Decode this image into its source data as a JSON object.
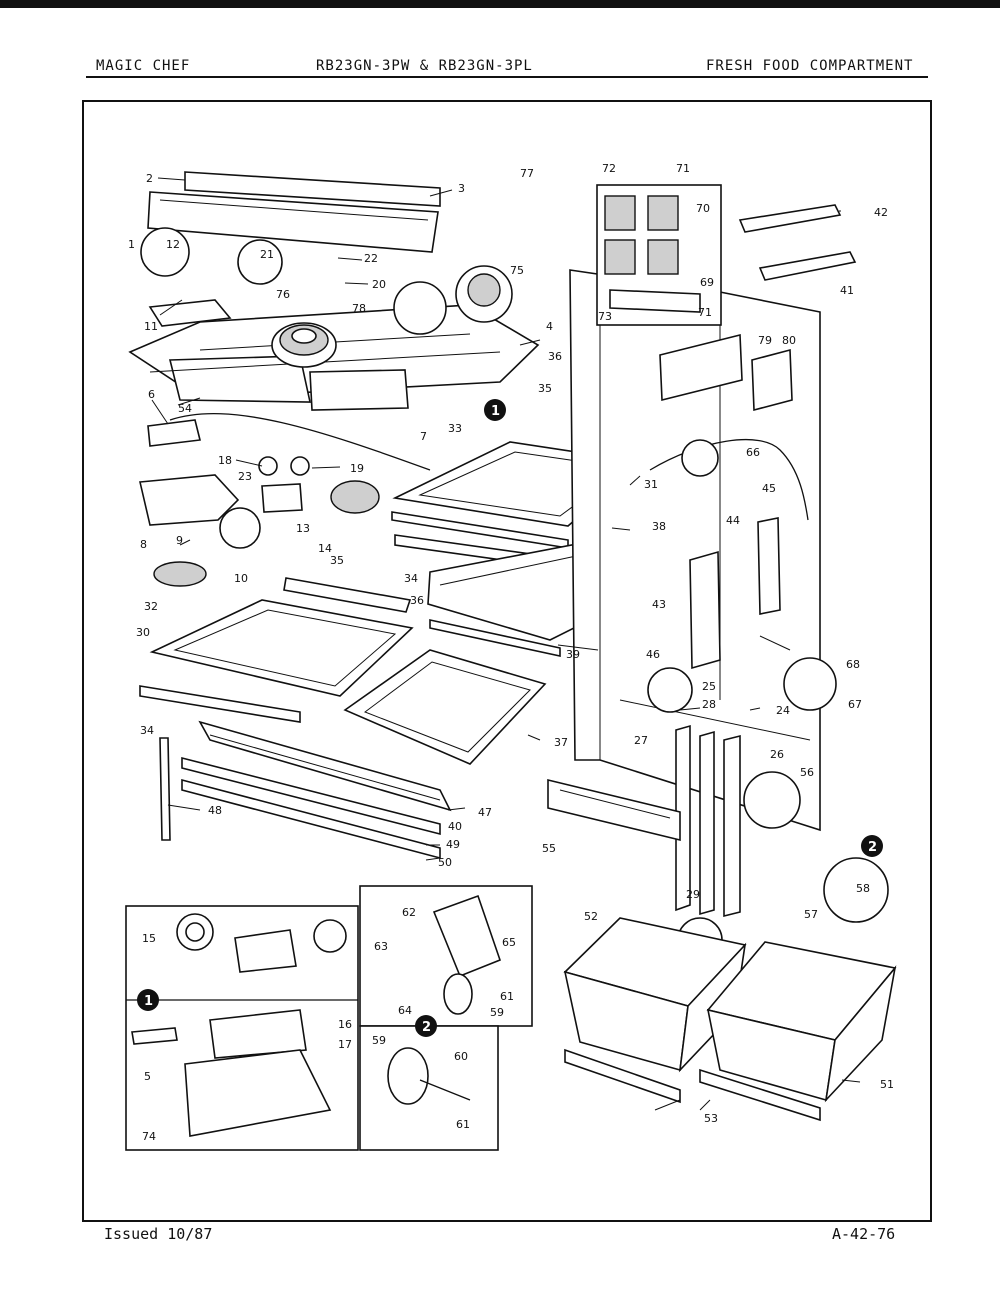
{
  "header": {
    "brand": "MAGIC CHEF",
    "model": "RB23GN-3PW & RB23GN-3PL",
    "section": "FRESH FOOD COMPARTMENT"
  },
  "footer": {
    "issued": "Issued 10/87",
    "page_code": "A-42-76"
  },
  "diagram": {
    "callouts": [
      "1",
      "2"
    ],
    "part_numbers": [
      "1",
      "2",
      "3",
      "4",
      "5",
      "6",
      "7",
      "8",
      "9",
      "10",
      "11",
      "12",
      "13",
      "14",
      "15",
      "16",
      "17",
      "18",
      "19",
      "20",
      "21",
      "22",
      "23",
      "24",
      "25",
      "26",
      "27",
      "28",
      "29",
      "30",
      "31",
      "32",
      "33",
      "34",
      "35",
      "36",
      "37",
      "38",
      "39",
      "40",
      "41",
      "42",
      "43",
      "44",
      "45",
      "46",
      "47",
      "48",
      "49",
      "50",
      "51",
      "52",
      "53",
      "54",
      "55",
      "56",
      "57",
      "58",
      "59",
      "60",
      "61",
      "62",
      "63",
      "64",
      "65",
      "66",
      "67",
      "68",
      "69",
      "70",
      "71",
      "72",
      "73",
      "74",
      "75",
      "76",
      "77",
      "78",
      "79",
      "80"
    ]
  }
}
